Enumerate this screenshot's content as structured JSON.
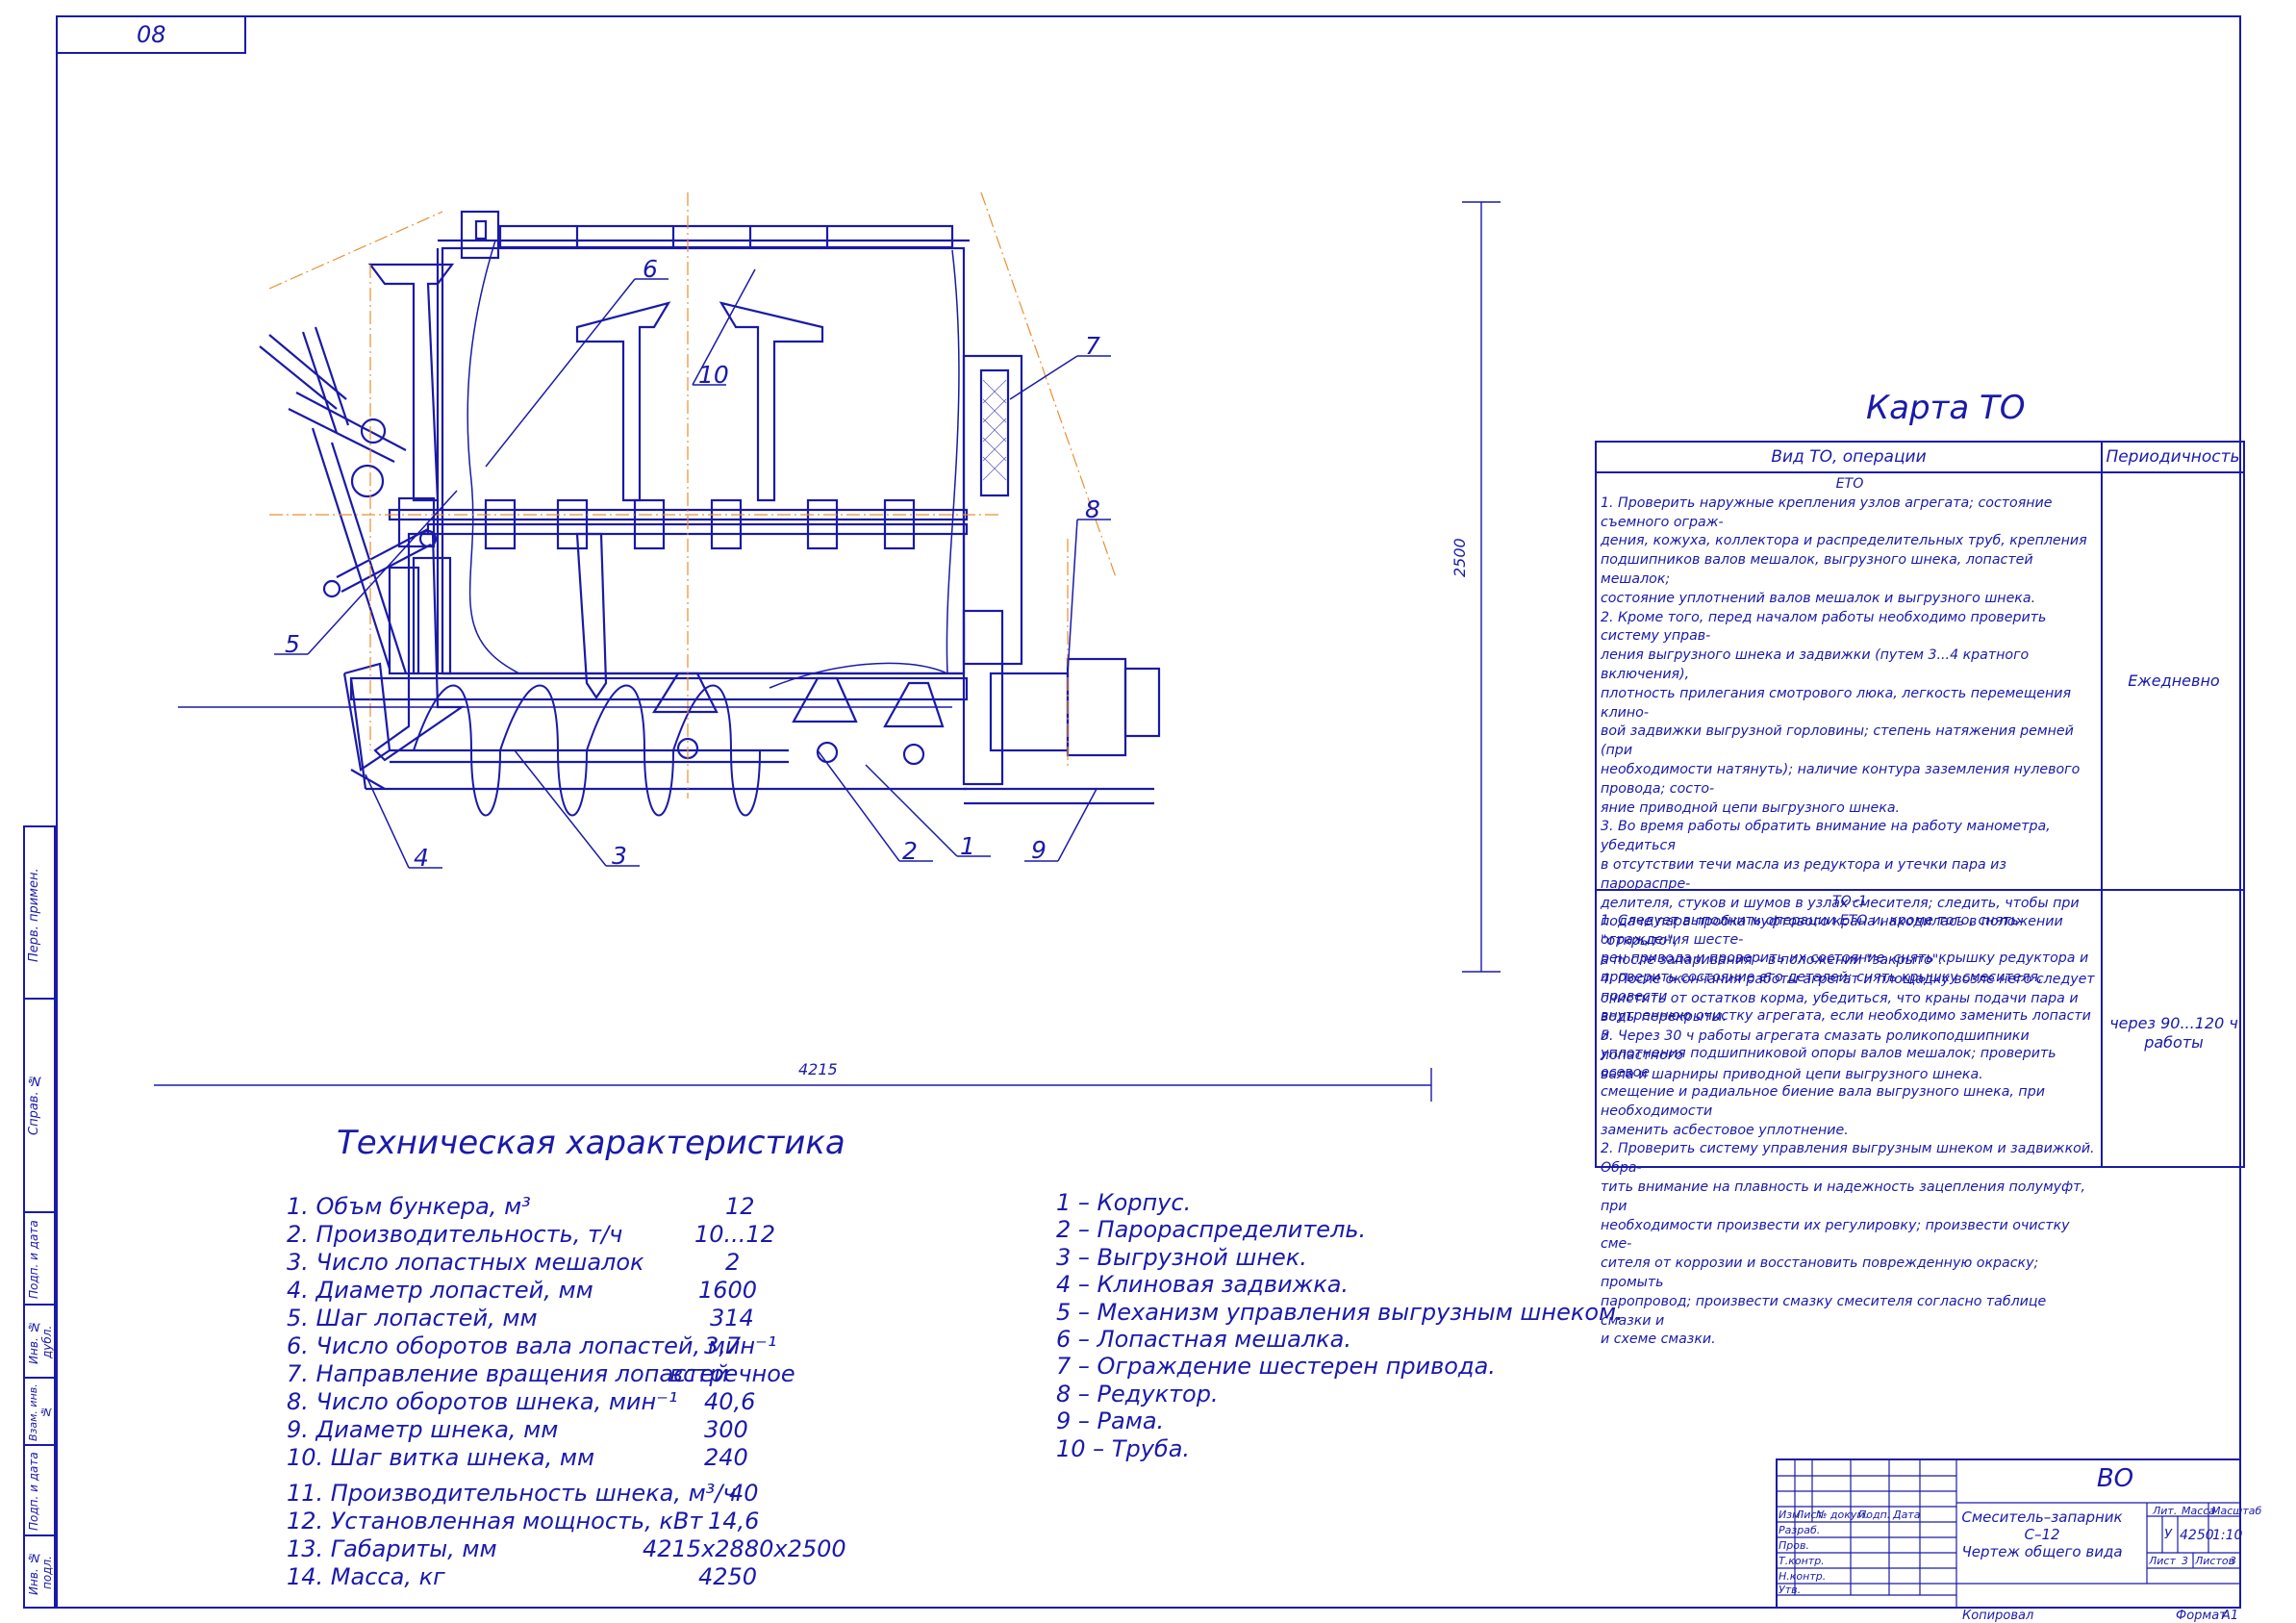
{
  "sheet_tag": "08",
  "side_stamp": {
    "cells": [
      "Перв. примен.",
      "Справ. №",
      "Подп. и дата",
      "Инв. № дубл.",
      "Взам. инв. №",
      "Подп. и дата",
      "Инв. № подл."
    ]
  },
  "drawing": {
    "dims": {
      "width": "4215",
      "height": "2500"
    },
    "callouts": [
      "1",
      "2",
      "3",
      "4",
      "5",
      "6",
      "7",
      "8",
      "9",
      "10"
    ]
  },
  "tech": {
    "title": "Техническая характеристика",
    "rows": [
      {
        "label": "1. Объм бункера, м³",
        "value": "12"
      },
      {
        "label": "2. Производительность, т/ч",
        "value": "10...12"
      },
      {
        "label": "3. Число лопастных мешалок",
        "value": "2"
      },
      {
        "label": "4. Диаметр лопастей, мм",
        "value": "1600"
      },
      {
        "label": "5. Шаг лопастей, мм",
        "value": "314"
      },
      {
        "label": "6. Число оборотов вала лопастей, мин⁻¹",
        "value": "3,7"
      },
      {
        "label": "7. Направление вращения лопастей",
        "value": "встречное"
      },
      {
        "label": "8. Число оборотов шнека, мин⁻¹",
        "value": "40,6"
      },
      {
        "label": "9. Диаметр шнека, мм",
        "value": "300"
      },
      {
        "label": "10. Шаг витка шнека, мм",
        "value": "240"
      },
      {
        "label": "11. Производительность шнека, м³/ч",
        "value": "40"
      },
      {
        "label": "12. Установленная мощность, кВт",
        "value": "14,6"
      },
      {
        "label": "13. Габариты, мм",
        "value": "4215x2880x2500"
      },
      {
        "label": "14. Масса, кг",
        "value": "4250"
      }
    ]
  },
  "legend": [
    "1 – Корпус.",
    "2 – Парораспределитель.",
    "3 – Выгрузной шнек.",
    "4 – Клиновая задвижка.",
    "5 – Механизм управления выгрузным шнеком.",
    "6 – Лопастная мешалка.",
    "7 – Ограждение шестерен привода.",
    "8 – Редуктор.",
    "9 – Рама.",
    "10 – Труба."
  ],
  "to_map": {
    "title": "Карта ТО",
    "col_ops": "Вид ТО, операции",
    "col_period": "Периодичность",
    "eto_head": "ЕТО",
    "eto_lines": [
      "1. Проверить наружные крепления узлов агрегата; состояние съемного ограж-",
      "дения, кожуха, коллектора и распределительных труб, крепления",
      "подшипников валов мешалок, выгрузного шнека, лопастей мешалок;",
      "состояние уплотнений валов мешалок и выгрузного шнека.",
      "2. Кроме того, перед началом работы необходимо проверить систему управ-",
      "ления выгрузного шнека и задвижки (путем 3...4 кратного включения),",
      "плотность прилегания смотрового люка, легкость перемещения клино-",
      "вой задвижки выгрузной горловины; степень натяжения ремней (при",
      "необходимости натянуть); наличие контура заземления нулевого провода; состо-",
      "яние приводной цепи выгрузного шнека.",
      "3. Во время работы обратить внимание на работу манометра, убедиться",
      "в отсутствии течи масла из редуктора и утечки пара из парораспре-",
      "делителя, стуков и шумов в узлах смесителя; следить, чтобы при",
      "подаче пара пробка муфтового крана находилась в положении \"открыто\",",
      "а после запаривания – в положении \"закрыто\".",
      "4. После окончания работы агрегат и площадку возле него следует",
      "очистить от остатков корма, убедиться, что краны подачи пара и",
      "воды перекрыты.",
      "5. Через 30 ч работы агрегата смазать роликоподшипники лопастного",
      "вала и шарниры приводной цепи выгрузного шнека."
    ],
    "eto_period": "Ежедневно",
    "to1_head": "ТО–1",
    "to1_lines": [
      "1. Следует выполнить операции ЕТО и, кроме того, снять ограждения шесте-",
      "рен привода и проверить их состояние, снять крышку редуктора и",
      "проверить состояние его деталей; снять крышку смесителя, провести",
      "внутреннюю очистку агрегата, если необходимо заменить лопасти и",
      "уплотнения подшипниковой опоры валов мешалок; проверить осевое",
      "смещение и радиальное биение вала выгрузного шнека, при необходимости",
      "заменить асбестовое уплотнение.",
      "2. Проверить систему управления выгрузным шнеком и задвижкой. Обра-",
      "тить внимание на плавность и надежность зацепления полумуфт, при",
      "необходимости произвести их регулировку; произвести очистку сме-",
      "сителя от коррозии и восстановить поврежденную окраску; промыть",
      "паропровод; произвести смазку смесителя согласно таблице смазки и",
      "и схеме смазки."
    ],
    "to1_period": "через 90...120 ч работы"
  },
  "title_block": {
    "code": "ВО",
    "name_line1": "Смеситель–запарник",
    "name_line2": "С–12",
    "name_line3": "Чертеж общего вида",
    "col_izm": "Изм",
    "col_list": "Лист",
    "col_doc": "№ докум.",
    "col_podp": "Подп.",
    "col_data": "Дата",
    "row_razrab": "Разраб.",
    "row_prov": "Пров.",
    "row_tkontr": "Т.контр.",
    "row_nkontr": "Н.контр.",
    "row_utv": "Утв.",
    "lit": "Лит.",
    "massa": "Масса",
    "masshtab": "Масштаб",
    "lit_val": "У",
    "massa_val": "4250",
    "masshtab_val": "1:10",
    "list_lbl": "Лист",
    "list_val": "3",
    "listov_lbl": "Листов",
    "listov_val": "3",
    "kopiroval": "Копировал",
    "format": "Формат",
    "format_val": "А1"
  }
}
